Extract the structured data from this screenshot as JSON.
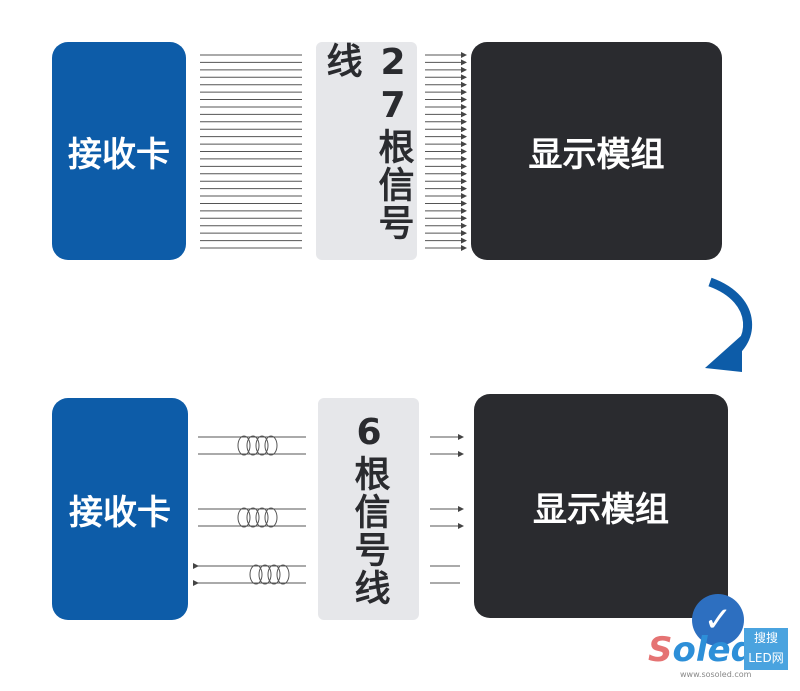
{
  "top": {
    "receiver": "接收卡",
    "signal": "27根信号线",
    "module": "显示模组",
    "line_count": 27
  },
  "bottom": {
    "receiver": "接收卡",
    "signal": "6根信号线",
    "module": "显示模组",
    "line_count": 6
  },
  "watermark": {
    "logo": "Soled",
    "badge": "搜搜LED网",
    "url": "www.sosoled.com"
  },
  "colors": {
    "blue": "#0d5ca8",
    "dark": "#2a2b2f",
    "gray": "#e6e7ea"
  }
}
